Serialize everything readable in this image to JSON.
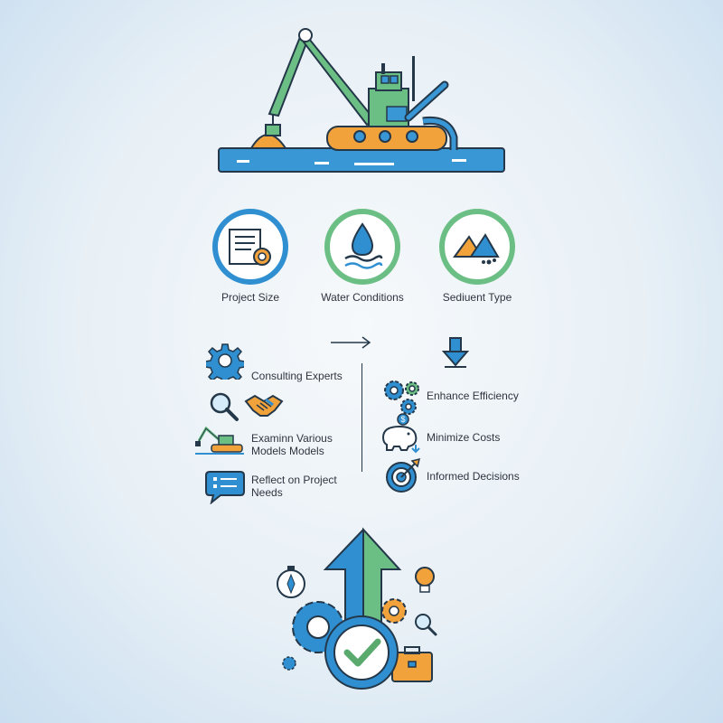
{
  "factors": [
    {
      "label": "Project Size",
      "icon": "document-roll-icon"
    },
    {
      "label": "Water Conditions",
      "icon": "water-drop-icon"
    },
    {
      "label": "Sediuent Type",
      "icon": "sediment-pile-icon"
    }
  ],
  "left_steps": [
    {
      "label": "Consulting Experts",
      "icon": "gear-icon"
    },
    {
      "label": "",
      "icons": [
        "magnifier-icon",
        "handshake-icon"
      ]
    },
    {
      "label": "Examinn Various\nModels Models",
      "icon": "dredger-icon"
    },
    {
      "label": "Reflect on Project\nNeeds",
      "icon": "speech-bubble-checklist-icon"
    }
  ],
  "right_benefits": [
    {
      "label": "Enhance Efficiency",
      "icon": "gears-icon"
    },
    {
      "label": "Minimize Costs",
      "icon": "piggy-bank-icon"
    },
    {
      "label": "Informed Decisions",
      "icon": "target-icon"
    }
  ],
  "colors": {
    "blue": "#2f8fd1",
    "green": "#6cbf84",
    "orange": "#f2a23b",
    "dark": "#24384a"
  }
}
